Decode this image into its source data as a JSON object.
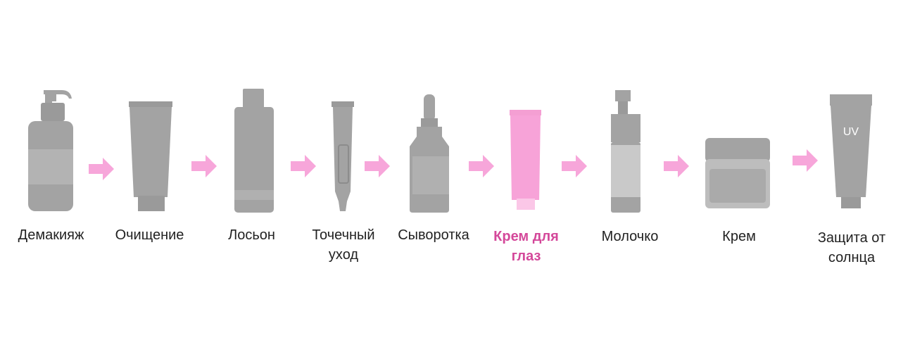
{
  "colors": {
    "product": "#a3a3a3",
    "product_dark": "#8c8c8c",
    "product_light": "#bdbdbd",
    "label_panel": "#c9c9c9",
    "highlight_product": "#f7a3d8",
    "arrow": "#f7a6da",
    "active_label": "#d4489a",
    "label": "#222222"
  },
  "steps": [
    {
      "lines": [
        "Демакияж"
      ],
      "icon": "pump-bottle-icon",
      "active": false
    },
    {
      "lines": [
        "Очищение"
      ],
      "icon": "tube-icon",
      "active": false
    },
    {
      "lines": [
        "Лосьон"
      ],
      "icon": "lotion-bottle-icon",
      "active": false
    },
    {
      "lines": [
        "Точечный",
        "уход"
      ],
      "icon": "spot-treatment-tube-icon",
      "active": false
    },
    {
      "lines": [
        "Сыворотка"
      ],
      "icon": "dropper-bottle-icon",
      "active": false
    },
    {
      "lines": [
        "Крем для",
        "глаз"
      ],
      "icon": "eye-cream-tube-icon",
      "active": true
    },
    {
      "lines": [
        "Молочко"
      ],
      "icon": "pump-flask-icon",
      "active": false
    },
    {
      "lines": [
        "Крем"
      ],
      "icon": "cream-jar-icon",
      "active": false
    },
    {
      "lines": [
        "Защита от",
        "солнца"
      ],
      "icon": "sunscreen-tube-icon",
      "active": false,
      "badge": "UV"
    }
  ],
  "arrow_icon": "right-arrow-icon"
}
